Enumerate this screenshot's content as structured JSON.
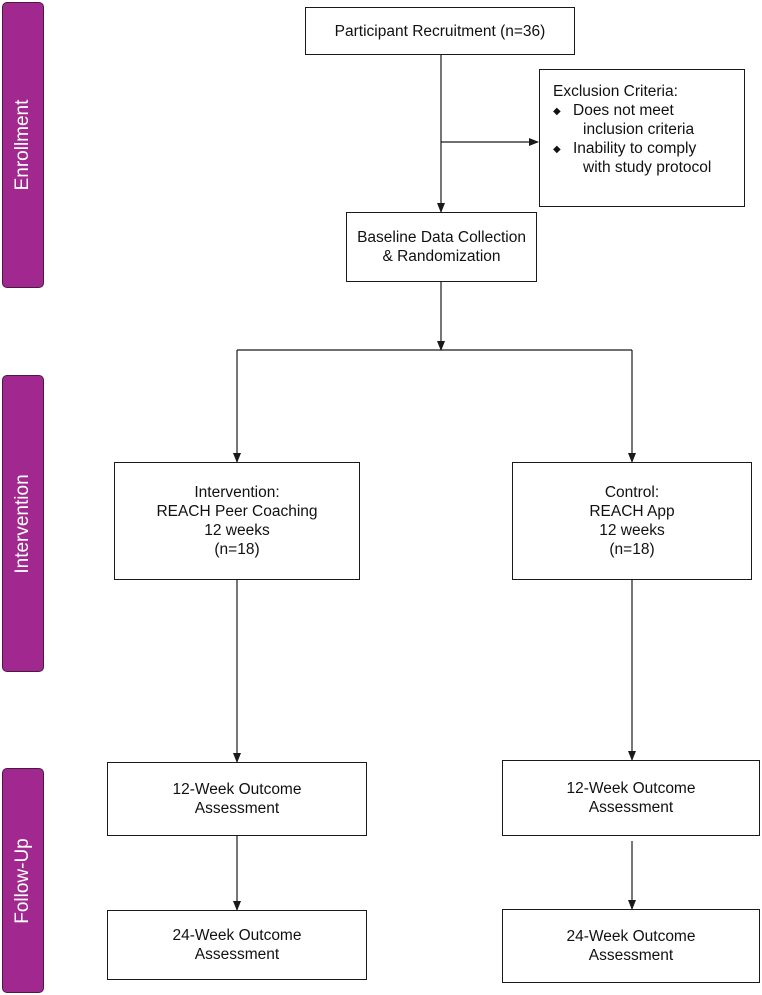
{
  "phases": {
    "enrollment": "Enrollment",
    "intervention": "Intervention",
    "followup": "Follow-Up"
  },
  "recruitment": "Participant Recruitment (n=36)",
  "exclusion": {
    "title": "Exclusion Criteria:",
    "items": [
      {
        "line1": "Does not meet",
        "line2": "inclusion criteria"
      },
      {
        "line1": "Inability to comply",
        "line2": "with study protocol"
      }
    ]
  },
  "baseline": {
    "line1": "Baseline Data Collection",
    "line2": "& Randomization"
  },
  "intervention_arm": {
    "line1": "Intervention:",
    "line2": "REACH Peer Coaching",
    "line3": "12 weeks",
    "line4": "(n=18)",
    "outcome12": {
      "line1": "12-Week Outcome",
      "line2": "Assessment"
    },
    "outcome24": {
      "line1": "24-Week Outcome",
      "line2": "Assessment"
    }
  },
  "control_arm": {
    "line1": "Control:",
    "line2": "REACH App",
    "line3": "12 weeks",
    "line4": "(n=18)",
    "outcome12": {
      "line1": "12-Week Outcome",
      "line2": "Assessment"
    },
    "outcome24": {
      "line1": "24-Week Outcome",
      "line2": "Assessment"
    }
  },
  "colors": {
    "phase_fill": "#a1288f",
    "phase_text": "#ffffff",
    "line": "#1a1a1a"
  }
}
